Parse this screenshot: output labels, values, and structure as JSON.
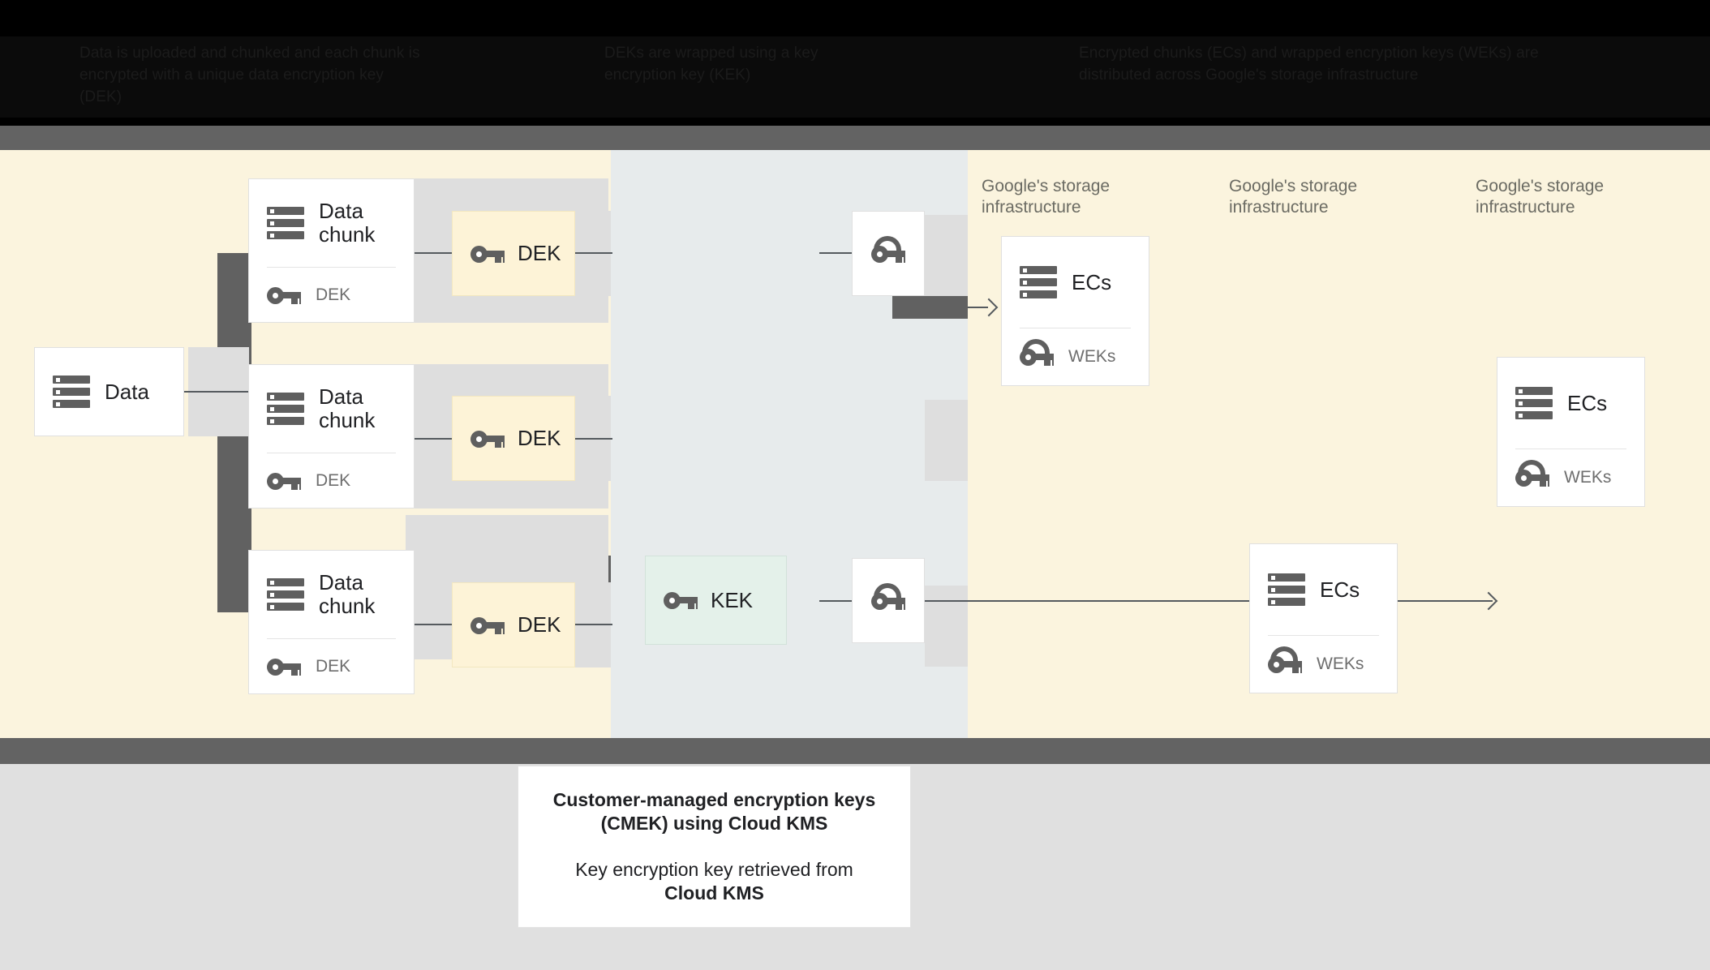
{
  "header": {
    "col1": "Data is uploaded and chunked and each chunk is encrypted with a unique data encryption key (DEK)",
    "col2": "DEKs are wrapped using a key encryption key (KEK)",
    "col3": "Encrypted chunks (ECs) and wrapped encryption keys (WEKs) are distributed across Google's storage infrastructure"
  },
  "diagram": {
    "source": {
      "title": "Data",
      "icon": "storage-icon"
    },
    "chunks": [
      {
        "title": "Data chunk",
        "key_label": "DEK",
        "icon": "storage-icon",
        "key_icon": "key-icon"
      },
      {
        "title": "Data chunk",
        "key_label": "DEK",
        "icon": "storage-icon",
        "key_icon": "key-icon"
      },
      {
        "title": "Data chunk",
        "key_label": "DEK",
        "icon": "storage-icon",
        "key_icon": "key-icon"
      }
    ],
    "deks": [
      {
        "label": "DEK",
        "icon": "key-icon"
      },
      {
        "label": "DEK",
        "icon": "key-icon"
      },
      {
        "label": "DEK",
        "icon": "key-icon"
      }
    ],
    "kek": {
      "label": "KEK",
      "icon": "key-icon"
    },
    "weks": [
      {
        "icon": "wrapped-key-icon"
      },
      {
        "icon": "wrapped-key-icon"
      },
      {
        "icon": "wrapped-key-icon"
      }
    ],
    "storage_cards": [
      {
        "title": "ECs",
        "key_label": "WEKs",
        "icon": "storage-icon",
        "key_icon": "wrapped-key-icon"
      },
      {
        "title": "ECs",
        "key_label": "WEKs",
        "icon": "storage-icon",
        "key_icon": "wrapped-key-icon"
      },
      {
        "title": "ECs",
        "key_label": "WEKs",
        "icon": "storage-icon",
        "key_icon": "wrapped-key-icon"
      }
    ],
    "infra_labels": [
      "Google's storage infrastructure",
      "Google's storage infrastructure",
      "Google's storage infrastructure"
    ]
  },
  "caption": {
    "line1": "Customer-managed encryption keys (CMEK) using Cloud KMS",
    "line2_prefix": "Key encryption key retrieved from ",
    "line2_strong": "Cloud KMS"
  },
  "colors": {
    "canvas_cream": "#fbf4de",
    "kek_column": "#e7ebec",
    "kek_box": "#e4f1ea",
    "dek_box": "#fdf3d7",
    "comb_gray": "#616161",
    "plate_gray": "#dedede",
    "icon_gray": "#5f5f5f",
    "bottom_gray": "#e0e0e0"
  }
}
